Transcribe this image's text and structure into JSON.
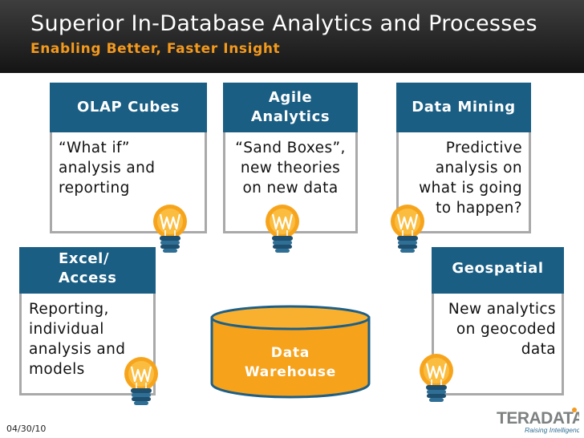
{
  "header": {
    "title": "Superior In-Database Analytics and Processes",
    "subtitle": "Enabling Better, Faster Insight"
  },
  "cards": {
    "olap": {
      "title": "OLAP Cubes",
      "lines": [
        "“What if”",
        "analysis and",
        "reporting"
      ]
    },
    "agile": {
      "title_lines": [
        "Agile",
        "Analytics"
      ],
      "lines": [
        "“Sand Boxes”,",
        "new theories",
        "on new data"
      ]
    },
    "mining": {
      "title": "Data Mining",
      "lines": [
        "Predictive",
        "analysis on",
        "what is going",
        "to happen?"
      ]
    },
    "excel": {
      "title_lines": [
        "Excel/",
        "Access"
      ],
      "lines": [
        "Reporting,",
        "individual",
        "analysis and",
        "models"
      ]
    },
    "geo": {
      "title": "Geospatial",
      "lines": [
        "New analytics",
        "on geocoded",
        "data"
      ]
    }
  },
  "warehouse": {
    "lines": [
      "Data",
      "Warehouse"
    ]
  },
  "footer": {
    "date": "04/30/10"
  },
  "logo": {
    "brand": "TERADATA",
    "tagline": "Raising Intelligence"
  },
  "colors": {
    "header_bg": "#222222",
    "subtitle": "#f39a1e",
    "card_head": "#1a5e84",
    "accent_orange": "#f7a41d",
    "logo_text": "#7d8181"
  },
  "icons": [
    "lightbulb-icon",
    "database-cylinder-icon"
  ]
}
